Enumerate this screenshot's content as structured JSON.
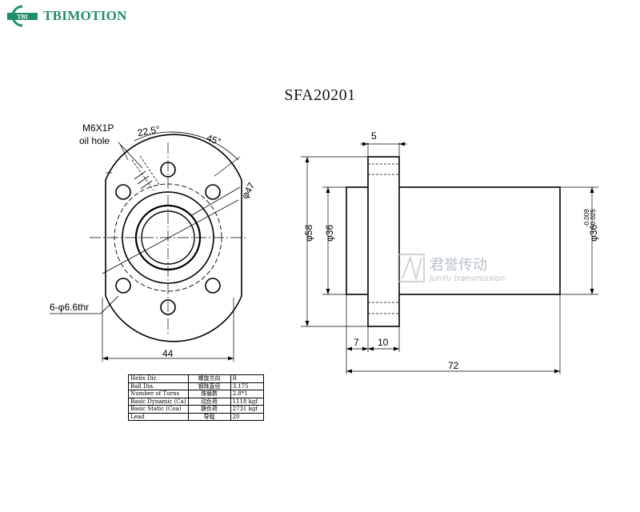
{
  "header": {
    "logo_mark": "TBI",
    "logo_text": "TBIMOTION",
    "brand_color": "#1f8f6a"
  },
  "title": "SFA20201",
  "front_view": {
    "oil_hole_line1": "M6X1P",
    "oil_hole_line2": "oil hole",
    "angle_oil": "22.5°",
    "angle_hole": "45°",
    "pcd": "φ47",
    "holes": "6-φ6.6thr",
    "width": "44"
  },
  "side_view": {
    "flange_thickness": "5",
    "flange_dia": "φ58",
    "body_dia_left": "φ36",
    "body_dia_right": "φ36",
    "tolerance_top": "-0.009",
    "tolerance_bottom": "-0.025",
    "dim_a": "7",
    "dim_b": "10",
    "length": "72"
  },
  "watermark": {
    "cn": "君誉传动",
    "en": "JunYu transmission",
    "color": "#b7c2ca"
  },
  "spec_table": [
    {
      "en": "Helix Dir.",
      "cn": "螺旋方向",
      "val": "R"
    },
    {
      "en": "Ball Dia.",
      "cn": "钢珠直径",
      "val": "3.175"
    },
    {
      "en": "Number of Turns",
      "cn": "珠循数",
      "val": "2.8*1"
    },
    {
      "en": "Basic Dynamic (Ca)",
      "cn": "动负荷",
      "val": "1118 kgf"
    },
    {
      "en": "Basic Static (Coa)",
      "cn": "静负荷",
      "val": "2731 kgf"
    },
    {
      "en": "Lead",
      "cn": "导程",
      "val": "20"
    }
  ]
}
